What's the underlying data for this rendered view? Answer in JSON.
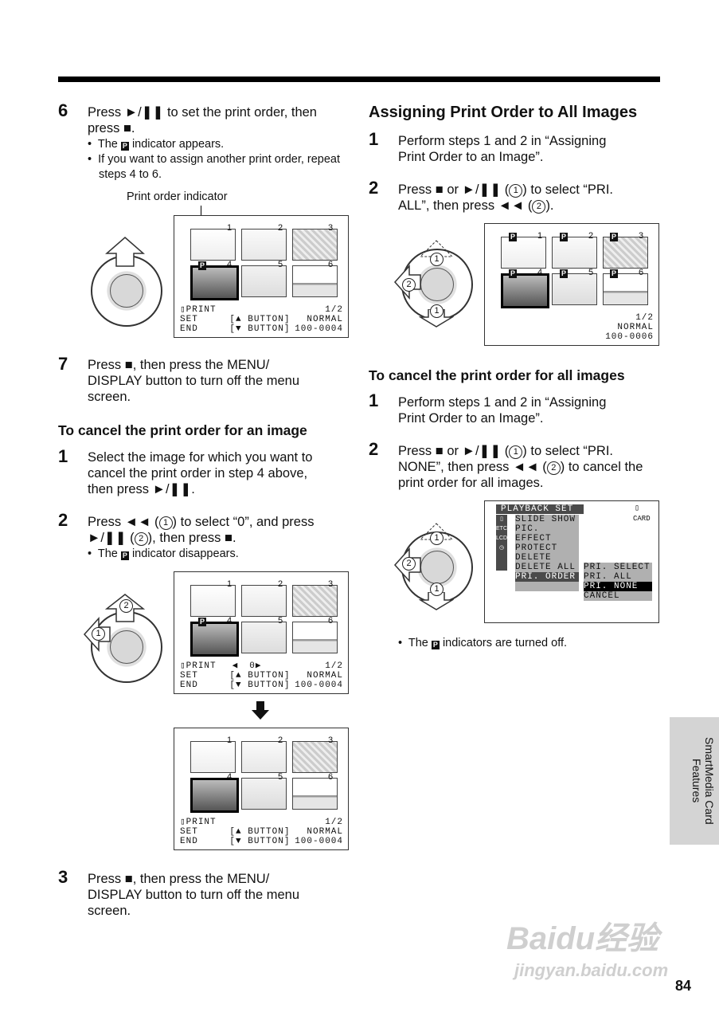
{
  "sym": {
    "play": "►/❚❚",
    "stop": "■",
    "rew": "◄◄",
    "pmark": "P",
    "c1": "1",
    "c2": "2"
  },
  "left": {
    "s6": {
      "num": "6",
      "t1": "Press",
      "t2": "to set the print order, then",
      "t3": "press",
      "t4": ".",
      "b1a": "The",
      "b1b": "indicator appears.",
      "b2": "If you want to assign another print order, repeat steps 4 to 6."
    },
    "indicator_label": "Print order indicator",
    "s7": {
      "num": "7",
      "t1": "Press",
      "t2": ", then press the MENU/",
      "t3": "DISPLAY button to turn off the menu",
      "t4": "screen."
    },
    "cancel_title": "To cancel the print order for an image",
    "c1": {
      "num": "1",
      "t1": "Select the image for which you want to",
      "t2": "cancel the print order in step 4 above,",
      "t3": "then press"
    },
    "c2": {
      "num": "2",
      "t1": "Press",
      "t2": "to select “0”, and press",
      "t3": "), then press",
      "b1a": "The",
      "b1b": "indicator disappears."
    },
    "c3": {
      "num": "3",
      "t1": "Press",
      "t2": ", then press the MENU/",
      "t3": "DISPLAY button to turn off the menu",
      "t4": "screen."
    }
  },
  "right": {
    "title": "Assigning Print Order to All Images",
    "s1": {
      "num": "1",
      "t1": "Perform steps 1 and 2 in “Assigning",
      "t2": "Print Order to an Image”."
    },
    "s2": {
      "num": "2",
      "t1": "Press",
      "t2": "or",
      "t3": "to select “PRI.",
      "t4": "ALL”, then press"
    },
    "cancel_title": "To cancel the print order for all images",
    "c1": {
      "num": "1",
      "t1": "Perform steps 1 and 2 in “Assigning",
      "t2": "Print Order to an Image”."
    },
    "c2": {
      "num": "2",
      "t1": "Press",
      "t2": "or",
      "t3": "to select “PRI.",
      "t4": "NONE”, then press",
      "t5": "to cancel the",
      "t6": "print order for all images."
    },
    "final_a": "The",
    "final_b": "indicators are turned off."
  },
  "screens": {
    "thumbs": [
      "1",
      "2",
      "3",
      "4",
      "5",
      "6"
    ],
    "print": "PRINT",
    "set": "SET",
    "end": "END",
    "btn_up": "▲ BUTTON",
    "btn_down": "▼ BUTTON",
    "page": "1/2",
    "normal": "NORMAL",
    "file1": "100-0004",
    "file2": "100-0006",
    "zero": "0",
    "left_tri": "◀",
    "right_tri": "▶"
  },
  "menu": {
    "title": "PLAYBACK SET",
    "card": "CARD",
    "items": [
      "SLIDE SHOW",
      "PIC. EFFECT",
      "PROTECT",
      "DELETE",
      "DELETE ALL",
      "PRI. ORDER"
    ],
    "side_icons": [
      "ETC",
      "LCD"
    ],
    "sub": [
      "PRI. SELECT",
      "PRI. ALL",
      "PRI. NONE",
      "CANCEL"
    ]
  },
  "tab": "SmartMedia Card Features",
  "page_number": "84",
  "watermark": {
    "logo": "Baidu经验",
    "url": "jingyan.baidu.com"
  }
}
